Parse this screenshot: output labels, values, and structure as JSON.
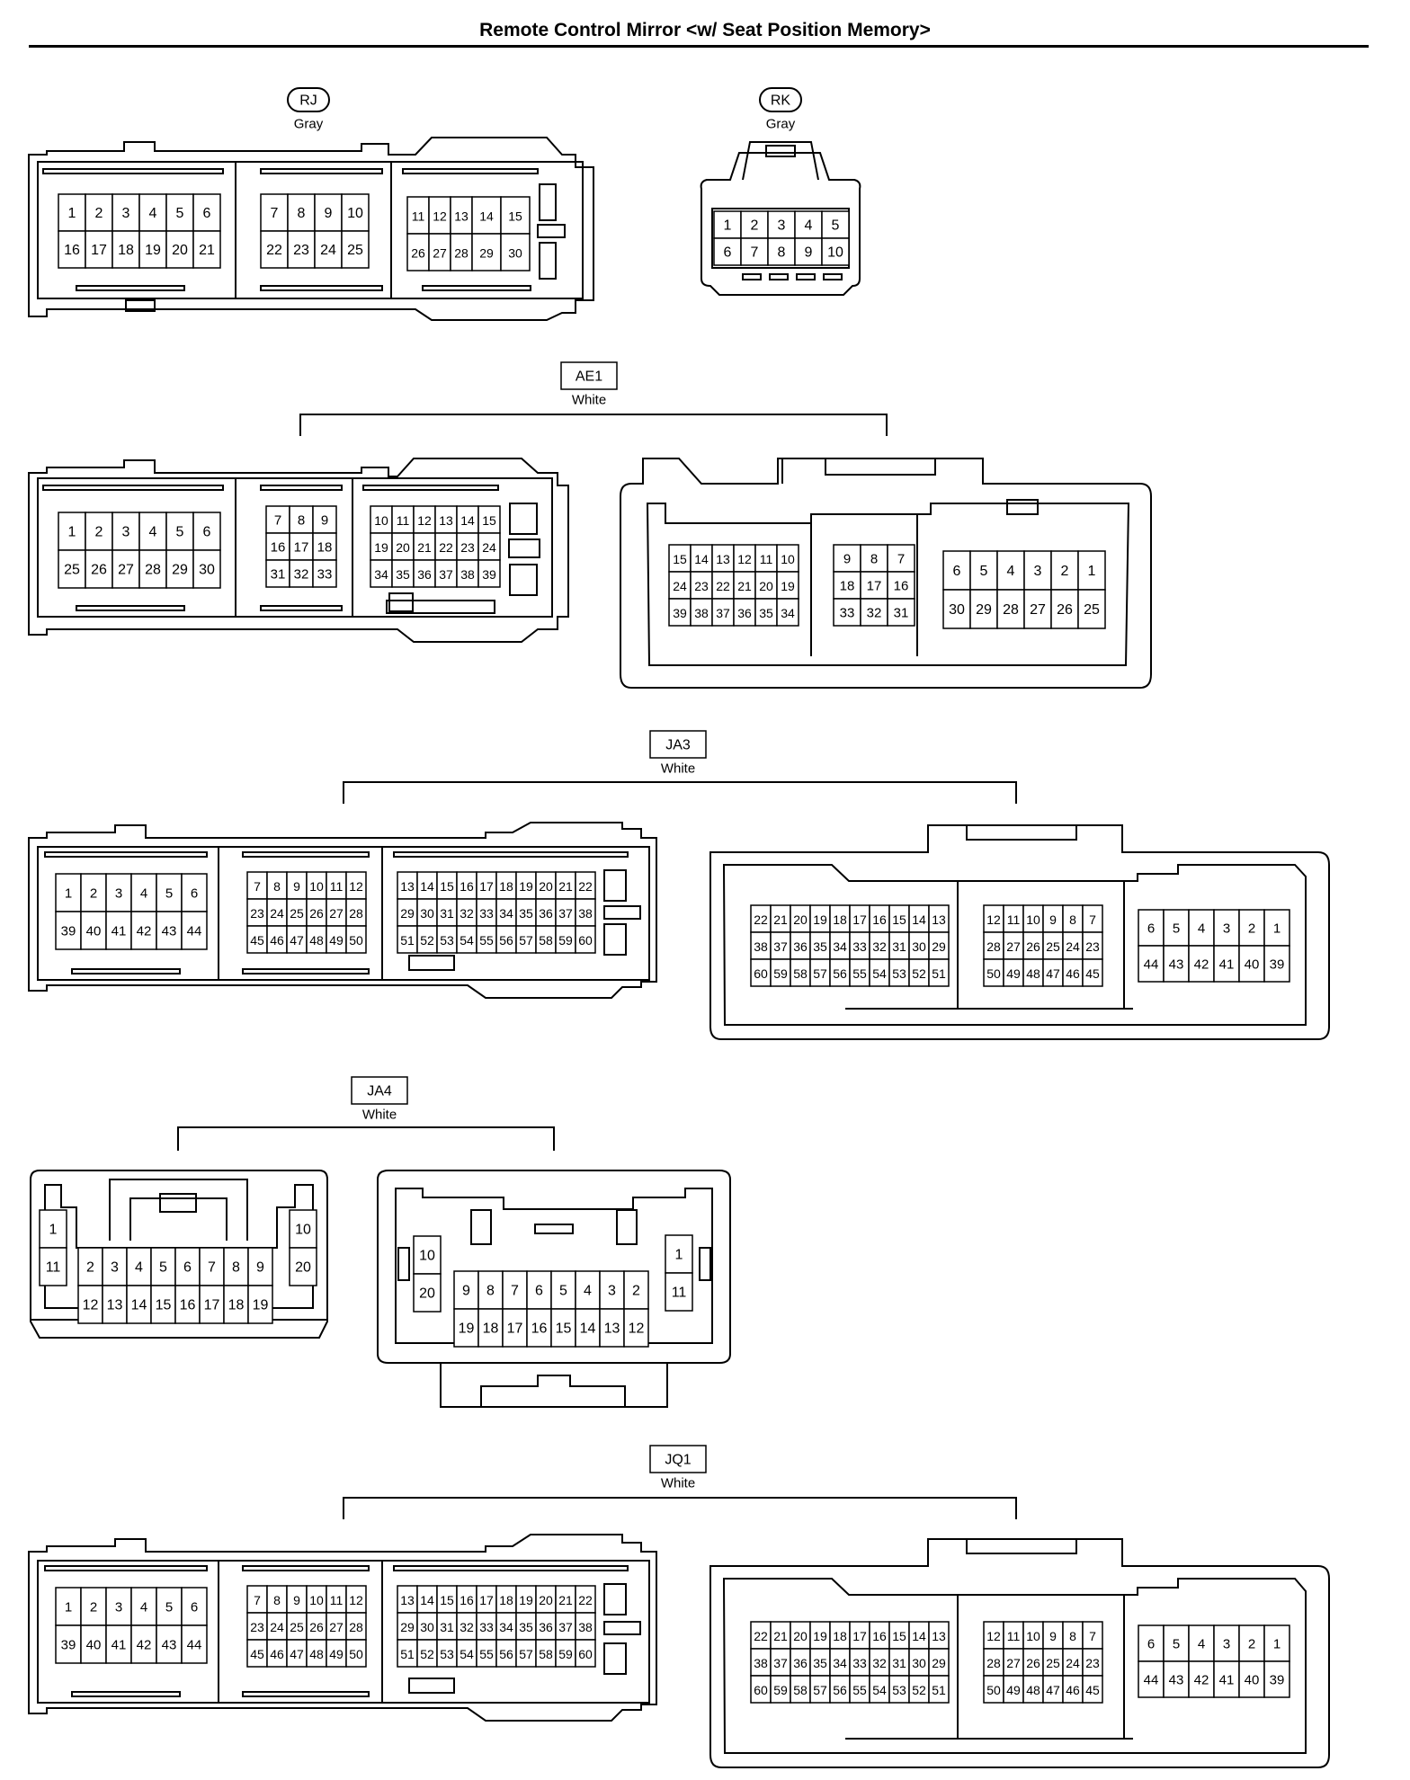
{
  "title": "Remote Control Mirror <w/ Seat Position Memory>",
  "connectors": [
    {
      "id": "RJ",
      "color": "Gray",
      "label_style": "oval",
      "views": [
        {
          "groups": [
            {
              "rows": [
                [
                  "1",
                  "2",
                  "3",
                  "4",
                  "5",
                  "6"
                ],
                [
                  "16",
                  "17",
                  "18",
                  "19",
                  "20",
                  "21"
                ]
              ]
            },
            {
              "rows": [
                [
                  "7",
                  "8",
                  "9",
                  "10"
                ],
                [
                  "22",
                  "23",
                  "24",
                  "25"
                ]
              ]
            },
            {
              "rows": [
                [
                  "11",
                  "12",
                  "13",
                  "14",
                  "15"
                ],
                [
                  "26",
                  "27",
                  "28",
                  "29",
                  "30"
                ]
              ]
            }
          ]
        }
      ]
    },
    {
      "id": "RK",
      "color": "Gray",
      "label_style": "oval",
      "views": [
        {
          "groups": [
            {
              "rows": [
                [
                  "1",
                  "2",
                  "3",
                  "4",
                  "5"
                ],
                [
                  "6",
                  "7",
                  "8",
                  "9",
                  "10"
                ]
              ]
            }
          ]
        }
      ]
    },
    {
      "id": "AE1",
      "color": "White",
      "label_style": "box",
      "views": [
        {
          "groups": [
            {
              "rows": [
                [
                  "1",
                  "2",
                  "3",
                  "4",
                  "5",
                  "6"
                ],
                [
                  "25",
                  "26",
                  "27",
                  "28",
                  "29",
                  "30"
                ]
              ]
            },
            {
              "rows": [
                [
                  "7",
                  "8",
                  "9"
                ],
                [
                  "16",
                  "17",
                  "18"
                ],
                [
                  "31",
                  "32",
                  "33"
                ]
              ]
            },
            {
              "rows": [
                [
                  "10",
                  "11",
                  "12",
                  "13",
                  "14",
                  "15"
                ],
                [
                  "19",
                  "20",
                  "21",
                  "22",
                  "23",
                  "24"
                ],
                [
                  "34",
                  "35",
                  "36",
                  "37",
                  "38",
                  "39"
                ]
              ]
            }
          ]
        },
        {
          "groups": [
            {
              "rows": [
                [
                  "15",
                  "14",
                  "13",
                  "12",
                  "11",
                  "10"
                ],
                [
                  "24",
                  "23",
                  "22",
                  "21",
                  "20",
                  "19"
                ],
                [
                  "39",
                  "38",
                  "37",
                  "36",
                  "35",
                  "34"
                ]
              ]
            },
            {
              "rows": [
                [
                  "9",
                  "8",
                  "7"
                ],
                [
                  "18",
                  "17",
                  "16"
                ],
                [
                  "33",
                  "32",
                  "31"
                ]
              ]
            },
            {
              "rows": [
                [
                  "6",
                  "5",
                  "4",
                  "3",
                  "2",
                  "1"
                ],
                [
                  "30",
                  "29",
                  "28",
                  "27",
                  "26",
                  "25"
                ]
              ]
            }
          ]
        }
      ]
    },
    {
      "id": "JA3",
      "color": "White",
      "label_style": "box",
      "views": [
        {
          "groups": [
            {
              "rows": [
                [
                  "1",
                  "2",
                  "3",
                  "4",
                  "5",
                  "6"
                ],
                [
                  "39",
                  "40",
                  "41",
                  "42",
                  "43",
                  "44"
                ]
              ]
            },
            {
              "rows": [
                [
                  "7",
                  "8",
                  "9",
                  "10",
                  "11",
                  "12"
                ],
                [
                  "23",
                  "24",
                  "25",
                  "26",
                  "27",
                  "28"
                ],
                [
                  "45",
                  "46",
                  "47",
                  "48",
                  "49",
                  "50"
                ]
              ]
            },
            {
              "rows": [
                [
                  "13",
                  "14",
                  "15",
                  "16",
                  "17",
                  "18",
                  "19",
                  "20",
                  "21",
                  "22"
                ],
                [
                  "29",
                  "30",
                  "31",
                  "32",
                  "33",
                  "34",
                  "35",
                  "36",
                  "37",
                  "38"
                ],
                [
                  "51",
                  "52",
                  "53",
                  "54",
                  "55",
                  "56",
                  "57",
                  "58",
                  "59",
                  "60"
                ]
              ]
            }
          ]
        },
        {
          "groups": [
            {
              "rows": [
                [
                  "22",
                  "21",
                  "20",
                  "19",
                  "18",
                  "17",
                  "16",
                  "15",
                  "14",
                  "13"
                ],
                [
                  "38",
                  "37",
                  "36",
                  "35",
                  "34",
                  "33",
                  "32",
                  "31",
                  "30",
                  "29"
                ],
                [
                  "60",
                  "59",
                  "58",
                  "57",
                  "56",
                  "55",
                  "54",
                  "53",
                  "52",
                  "51"
                ]
              ]
            },
            {
              "rows": [
                [
                  "12",
                  "11",
                  "10",
                  "9",
                  "8",
                  "7"
                ],
                [
                  "28",
                  "27",
                  "26",
                  "25",
                  "24",
                  "23"
                ],
                [
                  "50",
                  "49",
                  "48",
                  "47",
                  "46",
                  "45"
                ]
              ]
            },
            {
              "rows": [
                [
                  "6",
                  "5",
                  "4",
                  "3",
                  "2",
                  "1"
                ],
                [
                  "44",
                  "43",
                  "42",
                  "41",
                  "40",
                  "39"
                ]
              ]
            }
          ]
        }
      ]
    },
    {
      "id": "JA4",
      "color": "White",
      "label_style": "box",
      "views": [
        {
          "groups": [
            {
              "rows": [
                [
                  "1"
                ],
                [
                  "11"
                ]
              ]
            },
            {
              "rows": [
                [
                  "2",
                  "3",
                  "4",
                  "5",
                  "6",
                  "7",
                  "8",
                  "9"
                ],
                [
                  "12",
                  "13",
                  "14",
                  "15",
                  "16",
                  "17",
                  "18",
                  "19"
                ]
              ]
            },
            {
              "rows": [
                [
                  "10"
                ],
                [
                  "20"
                ]
              ]
            }
          ]
        },
        {
          "groups": [
            {
              "rows": [
                [
                  "10"
                ],
                [
                  "20"
                ]
              ]
            },
            {
              "rows": [
                [
                  "9",
                  "8",
                  "7",
                  "6",
                  "5",
                  "4",
                  "3",
                  "2"
                ],
                [
                  "19",
                  "18",
                  "17",
                  "16",
                  "15",
                  "14",
                  "13",
                  "12"
                ]
              ]
            },
            {
              "rows": [
                [
                  "1"
                ],
                [
                  "11"
                ]
              ]
            }
          ]
        }
      ]
    },
    {
      "id": "JQ1",
      "color": "White",
      "label_style": "box",
      "views": [
        {
          "groups": [
            {
              "rows": [
                [
                  "1",
                  "2",
                  "3",
                  "4",
                  "5",
                  "6"
                ],
                [
                  "39",
                  "40",
                  "41",
                  "42",
                  "43",
                  "44"
                ]
              ]
            },
            {
              "rows": [
                [
                  "7",
                  "8",
                  "9",
                  "10",
                  "11",
                  "12"
                ],
                [
                  "23",
                  "24",
                  "25",
                  "26",
                  "27",
                  "28"
                ],
                [
                  "45",
                  "46",
                  "47",
                  "48",
                  "49",
                  "50"
                ]
              ]
            },
            {
              "rows": [
                [
                  "13",
                  "14",
                  "15",
                  "16",
                  "17",
                  "18",
                  "19",
                  "20",
                  "21",
                  "22"
                ],
                [
                  "29",
                  "30",
                  "31",
                  "32",
                  "33",
                  "34",
                  "35",
                  "36",
                  "37",
                  "38"
                ],
                [
                  "51",
                  "52",
                  "53",
                  "54",
                  "55",
                  "56",
                  "57",
                  "58",
                  "59",
                  "60"
                ]
              ]
            }
          ]
        },
        {
          "groups": [
            {
              "rows": [
                [
                  "22",
                  "21",
                  "20",
                  "19",
                  "18",
                  "17",
                  "16",
                  "15",
                  "14",
                  "13"
                ],
                [
                  "38",
                  "37",
                  "36",
                  "35",
                  "34",
                  "33",
                  "32",
                  "31",
                  "30",
                  "29"
                ],
                [
                  "60",
                  "59",
                  "58",
                  "57",
                  "56",
                  "55",
                  "54",
                  "53",
                  "52",
                  "51"
                ]
              ]
            },
            {
              "rows": [
                [
                  "12",
                  "11",
                  "10",
                  "9",
                  "8",
                  "7"
                ],
                [
                  "28",
                  "27",
                  "26",
                  "25",
                  "24",
                  "23"
                ],
                [
                  "50",
                  "49",
                  "48",
                  "47",
                  "46",
                  "45"
                ]
              ]
            },
            {
              "rows": [
                [
                  "6",
                  "5",
                  "4",
                  "3",
                  "2",
                  "1"
                ],
                [
                  "44",
                  "43",
                  "42",
                  "41",
                  "40",
                  "39"
                ]
              ]
            }
          ]
        }
      ]
    }
  ]
}
